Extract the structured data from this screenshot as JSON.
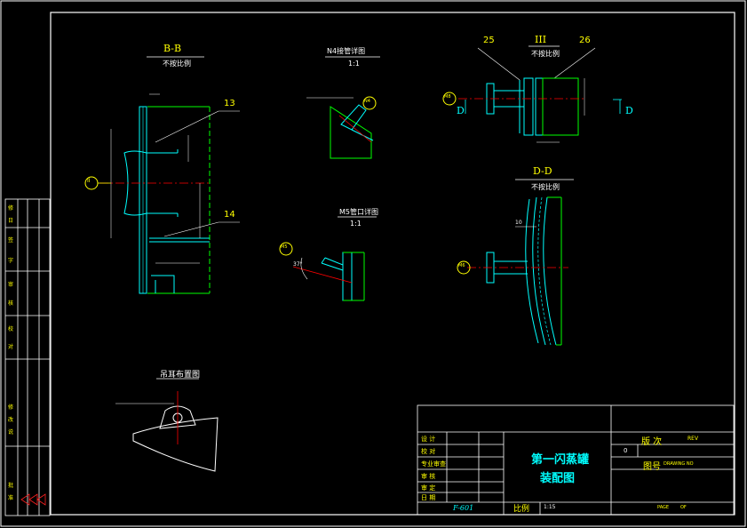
{
  "colors": {
    "background": "#000000",
    "frame": "#ffffff",
    "cyan": "#00ffff",
    "green": "#00ff00",
    "yellow": "#ffff00",
    "red": "#ff0000",
    "white": "#ffffff",
    "accent_red": "#ff2020"
  },
  "section_bb": {
    "title": "B-B",
    "scale": "不按比例",
    "callout_13": "13",
    "callout_14": "14",
    "marker": "II"
  },
  "detail_n4": {
    "title": "N4接管详图",
    "scale": "1:1",
    "marker": "N4"
  },
  "detail_m5": {
    "title": "M5管口详图",
    "scale": "1:1",
    "marker": "M5",
    "angle": "37°"
  },
  "detail_iii": {
    "title": "III",
    "scale": "不按比例",
    "callout_25": "25",
    "callout_26": "26",
    "marker": "M8",
    "view_left": "D",
    "view_right": "D"
  },
  "section_dd": {
    "title": "D-D",
    "scale": "不按比例",
    "marker": "M6",
    "dim": "10"
  },
  "lug_layout": {
    "title": "吊耳布置图"
  },
  "title_block": {
    "drawing_name_line1": "第一闪蒸罐",
    "drawing_name_line2": "装配图",
    "revision_label": "版 次",
    "revision_label_en": "REV",
    "revision_value": "0",
    "drawing_no_label": "图号",
    "drawing_no_label_en": "DRAWING NO",
    "scale_label": "比例",
    "scale_value": "1:15",
    "sheet_code": "F-601",
    "page_label": "PAGE",
    "of_label": "OF"
  }
}
